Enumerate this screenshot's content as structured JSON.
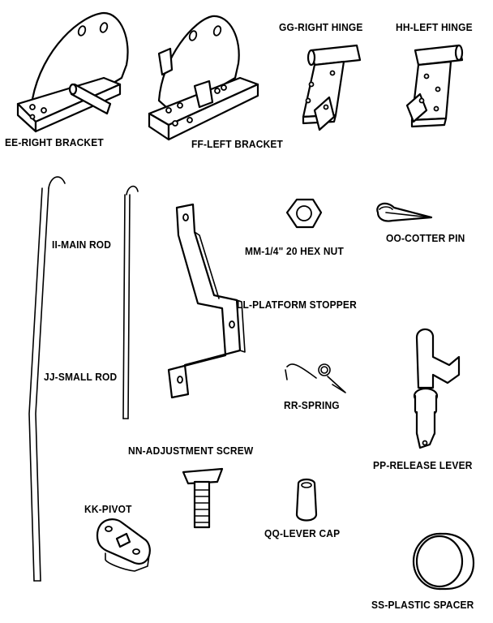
{
  "parts": [
    {
      "id": "ee",
      "label": "EE-RIGHT BRACKET"
    },
    {
      "id": "ff",
      "label": "FF-LEFT BRACKET"
    },
    {
      "id": "gg",
      "label": "GG-RIGHT HINGE"
    },
    {
      "id": "hh",
      "label": "HH-LEFT HINGE"
    },
    {
      "id": "ii",
      "label": "II-MAIN ROD"
    },
    {
      "id": "jj",
      "label": "JJ-SMALL ROD"
    },
    {
      "id": "kk",
      "label": "KK-PIVOT"
    },
    {
      "id": "ll",
      "label": "LL-PLATFORM STOPPER"
    },
    {
      "id": "mm",
      "label": "MM-1/4\" 20 HEX NUT"
    },
    {
      "id": "nn",
      "label": "NN-ADJUSTMENT SCREW"
    },
    {
      "id": "oo",
      "label": "OO-COTTER PIN"
    },
    {
      "id": "pp",
      "label": "PP-RELEASE LEVER"
    },
    {
      "id": "qq",
      "label": "QQ-LEVER CAP"
    },
    {
      "id": "rr",
      "label": "RR-SPRING"
    },
    {
      "id": "ss",
      "label": "SS-PLASTIC SPACER"
    }
  ]
}
